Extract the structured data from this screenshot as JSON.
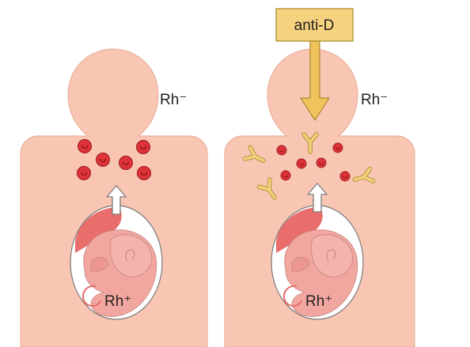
{
  "colors": {
    "skin": "#f8c6b3",
    "skin_edge": "#e8ab98",
    "womb_white": "#ffffff",
    "fetus": "#f1a7a0",
    "placenta": "#e86d6b",
    "fetus_edge": "#c8847d",
    "rbc_fill": "#dd3238",
    "rbc_edge": "#9a1a20",
    "arrow_fill": "#ffffff",
    "arrow_edge": "#7b7b7b",
    "antibody_fill": "#f0d07a",
    "antibody_edge": "#a98a2c",
    "anti_d_box": "#f6d37e",
    "anti_d_arrow": "#f0c35c",
    "text": "#231f20"
  },
  "left_panel": {
    "mother_label": "Rh⁻",
    "fetus_label": "Rh⁺"
  },
  "right_panel": {
    "anti_d_label": "anti-D",
    "mother_label": "Rh⁻",
    "fetus_label": "Rh⁺"
  }
}
